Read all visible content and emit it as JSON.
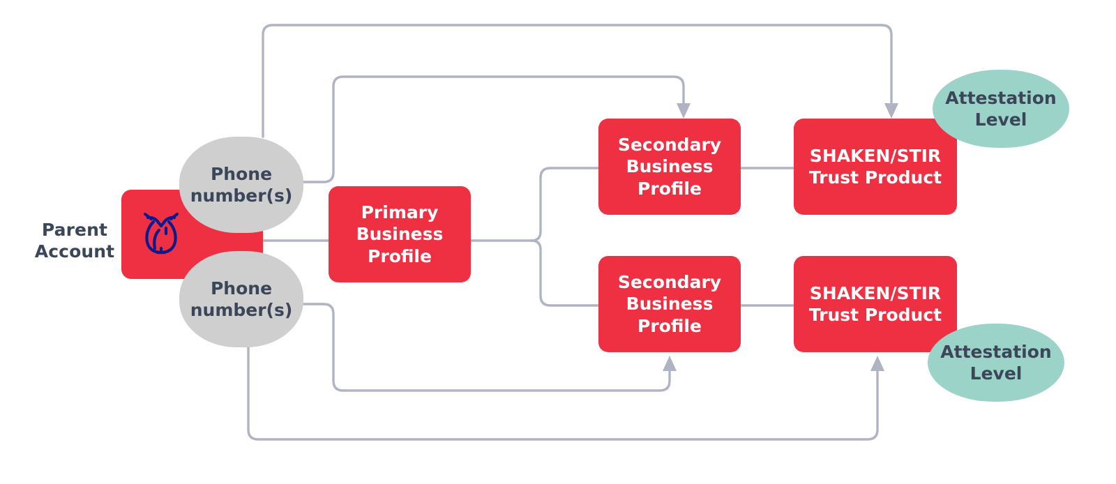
{
  "diagram": {
    "title": "Twilio trust hub account structure",
    "palette": {
      "red": "#ef3043",
      "grey_bubble": "#cfcfcf",
      "teal": "#9bd3c8",
      "text_dark": "#3c4659",
      "text_light": "#ffffff",
      "wire": "#b0b4c2",
      "owl_navy": "#0b1b8f",
      "background": "#ffffff"
    },
    "nodes": {
      "parent_account_caption": "Parent\nAccount",
      "parent_account_icon": "owl-icon",
      "phone_numbers_top": "Phone\nnumber(s)",
      "phone_numbers_bottom": "Phone\nnumber(s)",
      "primary_business_profile": "Primary\nBusiness\nProfile",
      "secondary_business_profile_top": "Secondary\nBusiness\nProfile",
      "secondary_business_profile_bottom": "Secondary\nBusiness\nProfile",
      "shaken_stir_top": "SHAKEN/STIR\nTrust Product",
      "shaken_stir_bottom": "SHAKEN/STIR\nTrust Product",
      "attestation_level_top": "Attestation\nLevel",
      "attestation_level_bottom": "Attestation\nLevel"
    }
  }
}
